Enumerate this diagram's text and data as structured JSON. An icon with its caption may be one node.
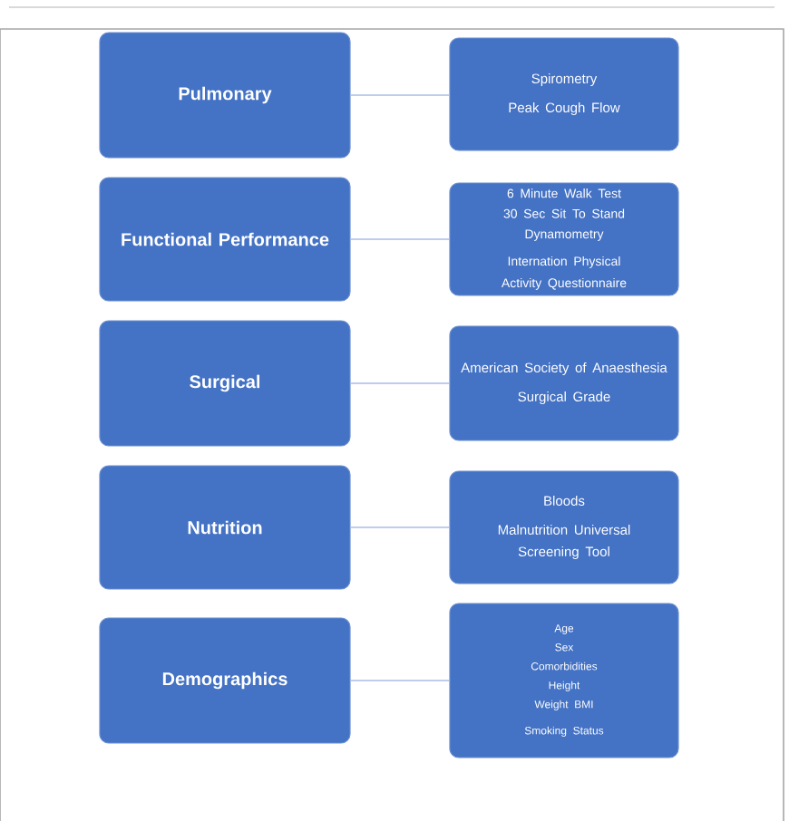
{
  "diagram": {
    "nodes": [
      {
        "text": [
          "Pulmonary"
        ]
      },
      {
        "text": [
          "Spirometry",
          "Peak Cough Flow"
        ]
      },
      {
        "text": [
          "Functional Performance"
        ]
      },
      {
        "text": [
          "6 Minute Walk Test",
          "30 Sec Sit To Stand",
          "Dynamometry",
          "Internation Physical Activity Questionnaire"
        ]
      },
      {
        "text": [
          "Surgical"
        ]
      },
      {
        "text": [
          "American Society of Anaesthesia",
          "Surgical Grade"
        ]
      },
      {
        "text": [
          "Nutrition"
        ]
      },
      {
        "text": [
          "Bloods",
          "Malnutrition Universal Screening Tool"
        ]
      },
      {
        "text": [
          "Demographics"
        ]
      },
      {
        "text": [
          "Age",
          "Sex",
          "Comorbidities",
          "Height",
          "Weight BMI",
          "Smoking Status"
        ]
      }
    ],
    "edges": [
      {
        "from": 0,
        "to": 1,
        "arrow": "none"
      },
      {
        "from": 2,
        "to": 3,
        "arrow": "none"
      },
      {
        "from": 4,
        "to": 5,
        "arrow": "none"
      },
      {
        "from": 6,
        "to": 7,
        "arrow": "none"
      },
      {
        "from": 8,
        "to": 9,
        "arrow": "none"
      }
    ]
  }
}
